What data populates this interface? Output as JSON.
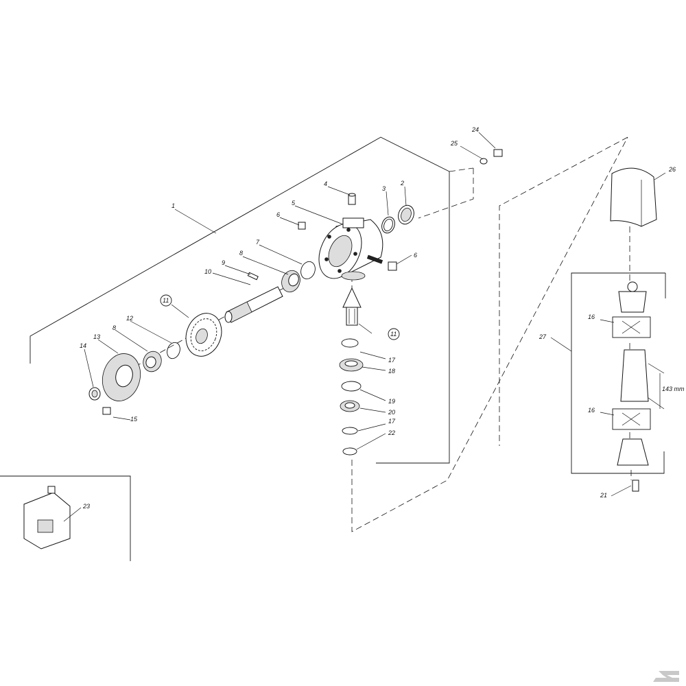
{
  "labels": {
    "p1": "1",
    "p2": "2",
    "p3": "3",
    "p4": "4",
    "p5": "5",
    "p6a": "6",
    "p6b": "6",
    "p7": "7",
    "p8a": "8",
    "p8b": "8",
    "p9": "9",
    "p10": "10",
    "p11a": "11",
    "p11b": "11",
    "p12": "12",
    "p13": "13",
    "p14": "14",
    "p15": "15",
    "p16a": "16",
    "p16b": "16",
    "p17a": "17",
    "p17b": "17",
    "p18": "18",
    "p19": "19",
    "p20": "20",
    "p21": "21",
    "p22": "22",
    "p23": "23",
    "p24": "24",
    "p25": "25",
    "p26": "26",
    "p27": "27"
  },
  "dimension": "143 mm",
  "colors": {
    "line": "#111111",
    "background": "#ffffff",
    "logo": "#c8c8c8"
  },
  "logo_icon": "kramp-k-logo-icon"
}
